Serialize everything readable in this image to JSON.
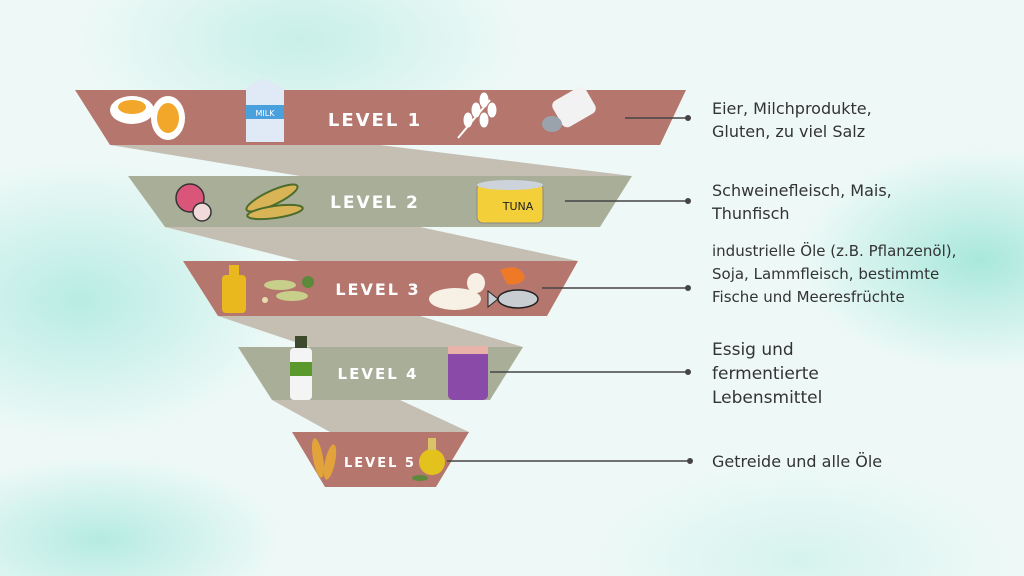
{
  "levels": [
    {
      "title": "LEVEL 1",
      "description": "Eier, Milchprodukte, Gluten, zu viel Salz",
      "icons": [
        "egg-icon",
        "milk-carton-icon",
        "wheat-icon",
        "salt-shaker-icon"
      ]
    },
    {
      "title": "LEVEL 2",
      "description": "Schweinefleisch, Mais, Thunfisch",
      "icons": [
        "pork-icon",
        "corn-icon",
        "tuna-can-icon"
      ],
      "tuna_label": "TUNA"
    },
    {
      "title": "LEVEL 3",
      "description": "industrielle Öle (z.B. Pflanzenöl), Soja, Lammfleisch, bestimmte Fische und Meeresfrüchte",
      "icons": [
        "oil-bottle-icon",
        "soy-icon",
        "lamb-icon",
        "seafood-icon"
      ]
    },
    {
      "title": "LEVEL 4",
      "description": "Essig und fermentierte Lebensmittel",
      "icons": [
        "vinegar-bottle-icon",
        "fermented-cabbage-jar-icon"
      ]
    },
    {
      "title": "LEVEL 5",
      "description": "Getreide und alle Öle",
      "icons": [
        "grain-icon",
        "olive-oil-icon"
      ]
    }
  ],
  "colors": {
    "red_band": "#b5776d",
    "green_band": "#a9ae99",
    "ribbon": "#c5beb3",
    "text": "#333333"
  }
}
